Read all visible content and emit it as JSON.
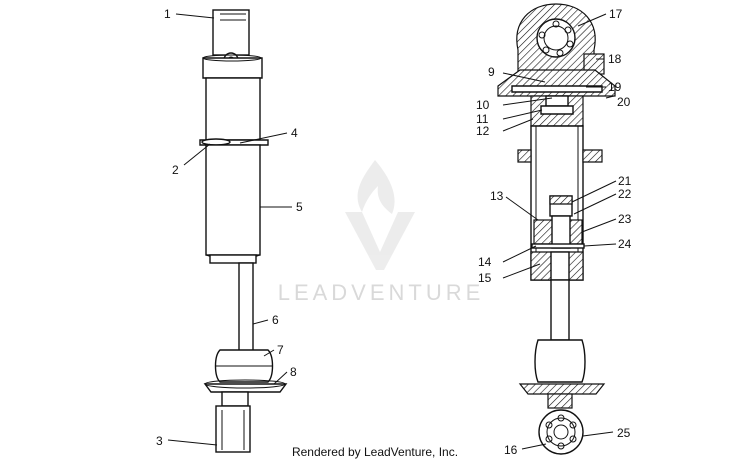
{
  "watermark": {
    "brand": "LEADVENTURE",
    "icon": "flame-v-logo-icon"
  },
  "footer": {
    "text": "Rendered by LeadVenture, Inc."
  },
  "callouts": {
    "c1": "1",
    "c2": "2",
    "c3": "3",
    "c4": "4",
    "c5": "5",
    "c6": "6",
    "c7": "7",
    "c8": "8",
    "c9": "9",
    "c10": "10",
    "c11": "11",
    "c12": "12",
    "c13": "13",
    "c14": "14",
    "c15": "15",
    "c16": "16",
    "c17": "17",
    "c18": "18",
    "c19": "19",
    "c20": "20",
    "c21": "21",
    "c22": "22",
    "c23": "23",
    "c24": "24",
    "c25": "25"
  }
}
